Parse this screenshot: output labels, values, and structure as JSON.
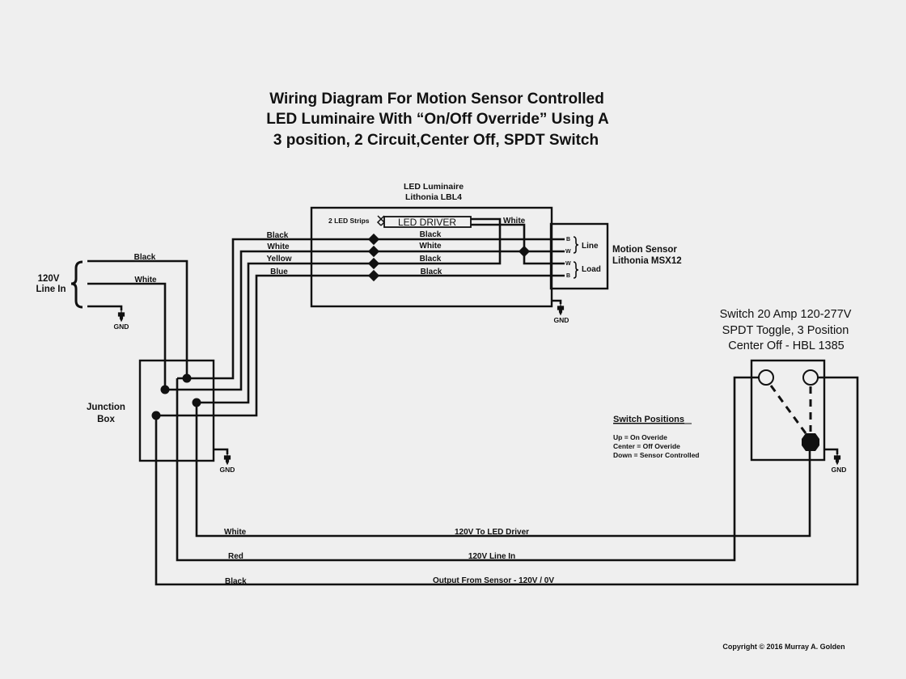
{
  "title": {
    "line1": "Wiring Diagram For Motion Sensor Controlled",
    "line2": "LED Luminaire With “On/Off Override” Using A",
    "line3": "3 position, 2 Circuit,Center Off, SPDT Switch"
  },
  "line_in": {
    "label1": "120V",
    "label2": "Line In",
    "wires": {
      "black": "Black",
      "white": "White"
    },
    "gnd": "GND"
  },
  "junction_box": {
    "label1": "Junction",
    "label2": "Box",
    "gnd": "GND"
  },
  "luminaire": {
    "label1": "LED Luminaire",
    "label2": "Lithonia LBL4",
    "led_strips": "2 LED Strips",
    "driver": "LED DRIVER",
    "driver_out": "White",
    "incoming_wires": [
      "Black",
      "White",
      "Yellow",
      "Blue"
    ],
    "internal_wires": [
      "Black",
      "White",
      "Black",
      "Black"
    ],
    "gnd": "GND"
  },
  "motion_sensor": {
    "label1": "Motion Sensor",
    "label2": "Lithonia MSX12",
    "terminals": [
      "B",
      "W",
      "W",
      "B"
    ],
    "line": "Line",
    "load": "Load"
  },
  "switch": {
    "label1": "Switch 20 Amp 120-277V",
    "label2": "SPDT Toggle, 3 Position",
    "label3": "Center Off  -  HBL 1385",
    "gnd": "GND"
  },
  "switch_positions": {
    "heading": "Switch Positions",
    "items": [
      "Up = On Overide",
      "Center =  Off Overide",
      "Down = Sensor Controlled"
    ]
  },
  "bottom_wires": [
    {
      "color": "White",
      "description": "120V To LED Driver"
    },
    {
      "color": "Red",
      "description": "120V Line In"
    },
    {
      "color": "Black",
      "description": "Output From Sensor - 120V / 0V"
    }
  ],
  "copyright": "Copyright © 2016 Murray A. Golden"
}
